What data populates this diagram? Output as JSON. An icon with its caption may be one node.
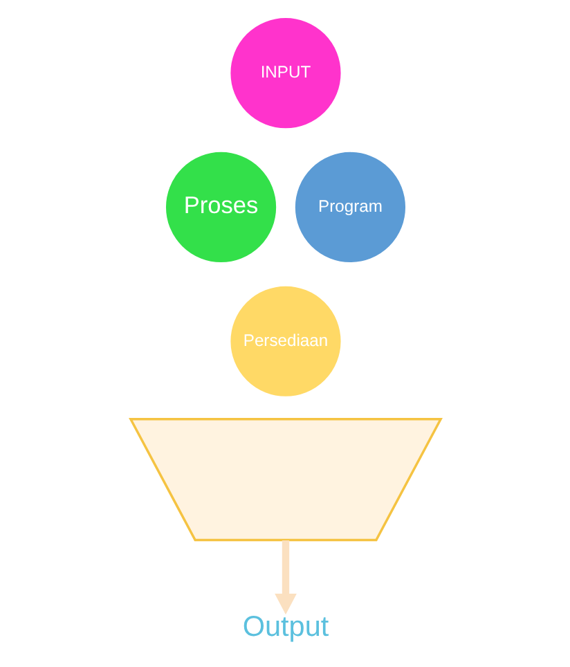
{
  "diagram": {
    "nodes": [
      {
        "text": [],
        "shape": "funnel"
      },
      {
        "text": [
          "INPUT"
        ]
      },
      {
        "text": [
          "Program"
        ]
      },
      {
        "text": [
          "Proses"
        ]
      },
      {
        "text": [
          "Persediaan"
        ]
      },
      {
        "text": [
          "Output"
        ]
      }
    ],
    "edges": [
      {
        "from": 0,
        "to": 5,
        "arrow": "to",
        "color": "#fbe0c0"
      }
    ]
  }
}
